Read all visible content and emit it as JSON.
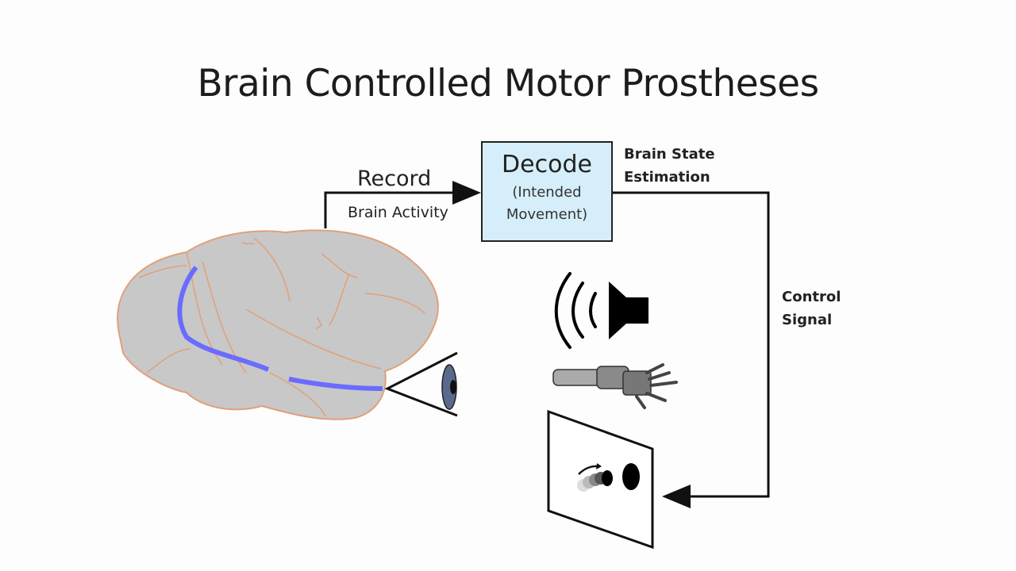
{
  "slide": {
    "title": "Brain Controlled Motor Prostheses"
  },
  "diagram": {
    "record_label": "Record",
    "brain_activity_label": "Brain Activity",
    "decode": {
      "title": "Decode",
      "subtitle_line1": "(Intended",
      "subtitle_line2": "Movement)",
      "fill_color": "#d6eef9"
    },
    "brain_state": {
      "line1": "Brain State",
      "line2": "Estimation"
    },
    "control_signal": {
      "line1": "Control",
      "line2": "Signal"
    },
    "icons": [
      "brain-icon",
      "eye-icon",
      "speaker-icon",
      "robotic-arm-icon",
      "screen-cursor-icon"
    ],
    "colors": {
      "brain_fill": "#c8c8c8",
      "brain_outline": "#e0a07a",
      "pathway": "#6b6bff",
      "iris": "#5a6a8e"
    }
  }
}
